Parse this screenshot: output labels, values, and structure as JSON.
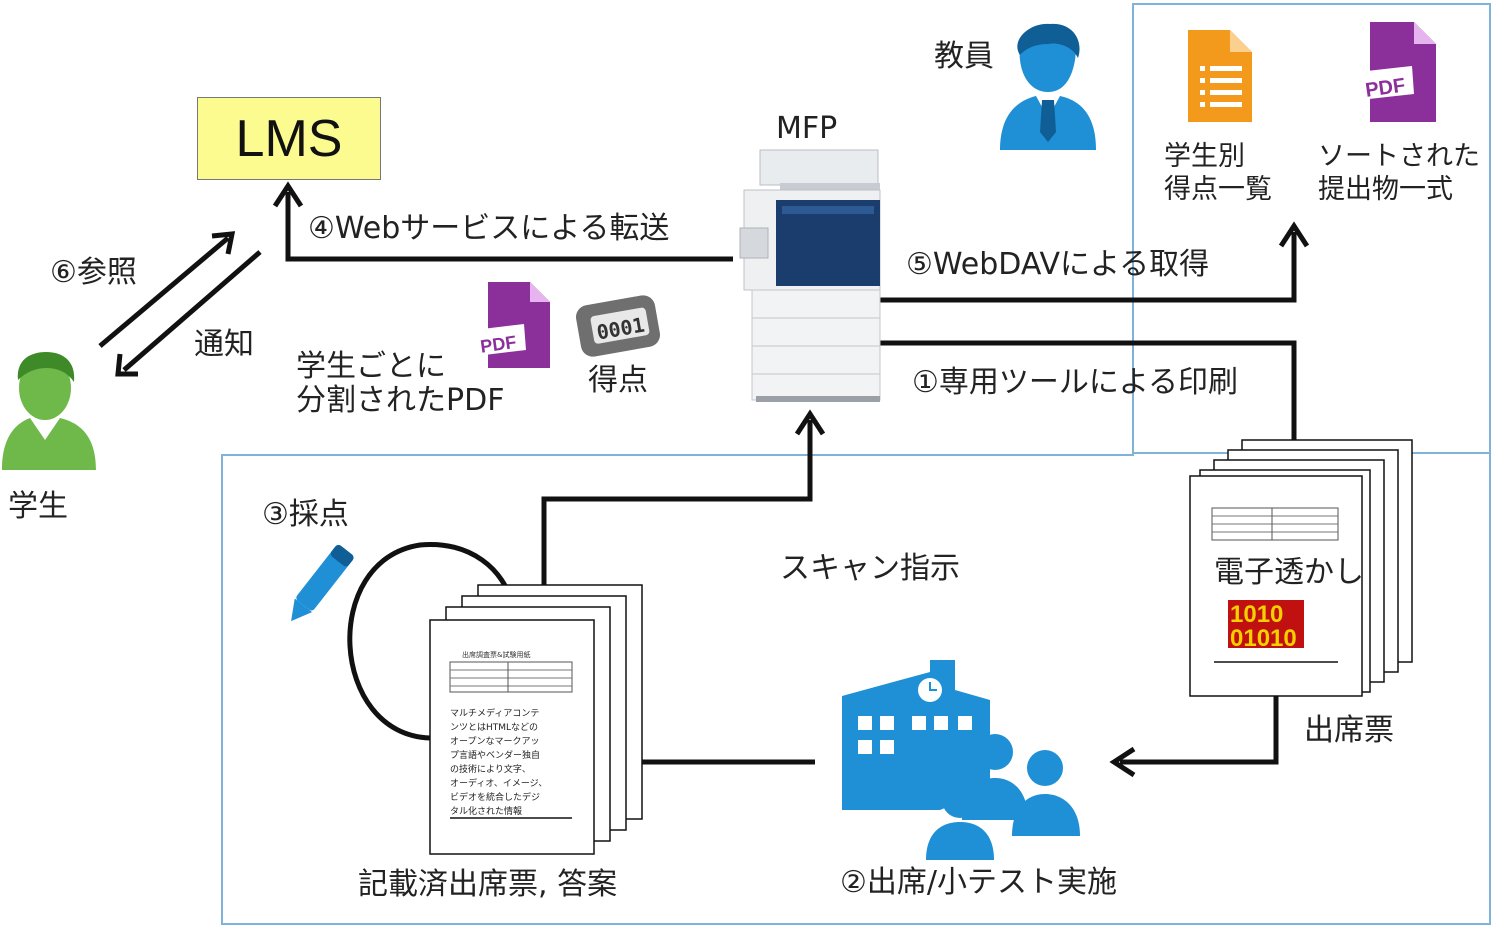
{
  "lms": {
    "label": "LMS"
  },
  "mfp": {
    "label": "MFP"
  },
  "actors": {
    "teacher": "教員",
    "student": "学生"
  },
  "steps": {
    "step1": "①専用ツールによる印刷",
    "step2": "②出席/小テスト実施",
    "step3": "③採点",
    "step4": "④Webサービスによる転送",
    "step5": "⑤WebDAVによる取得",
    "step6": "⑥参照"
  },
  "labels": {
    "notify": "通知",
    "scan_instruction": "スキャン指示",
    "per_student_pdf": "学生ごとに\n分割されたPDF",
    "score": "得点",
    "attendance_sheet": "出席票",
    "watermark": "電子透かし",
    "watermark_bits": [
      "1010",
      "01010"
    ],
    "completed_sheets": "記載済出席票, 答案",
    "score_list": "学生別\n得点一覧",
    "sorted_submissions": "ソートされた\n提出物一式",
    "counter_digits": "0001"
  },
  "sheet_text": {
    "header": "出席調査票&試験用紙",
    "answer_lines": [
      "マルチメディアコンテ",
      "ンツとはHTMLなどの",
      "オープンなマークアッ",
      "プ言語やベンダー独自",
      "の技術により文字、",
      "オーディオ、イメージ、",
      "ビデオを統合したデジ",
      "タル化された情報"
    ]
  },
  "icons": {
    "pdf_badge": "PDF"
  },
  "colors": {
    "lms_bg": "#fbfb8f",
    "person_blue": "#1f8fd6",
    "person_green": "#6fb84a",
    "pdf_purple": "#8b2f9a",
    "doc_orange": "#f39a1d",
    "frame_blue": "#7fb3d9",
    "watermark_red": "#c01010",
    "watermark_yellow": "#f5d000"
  }
}
